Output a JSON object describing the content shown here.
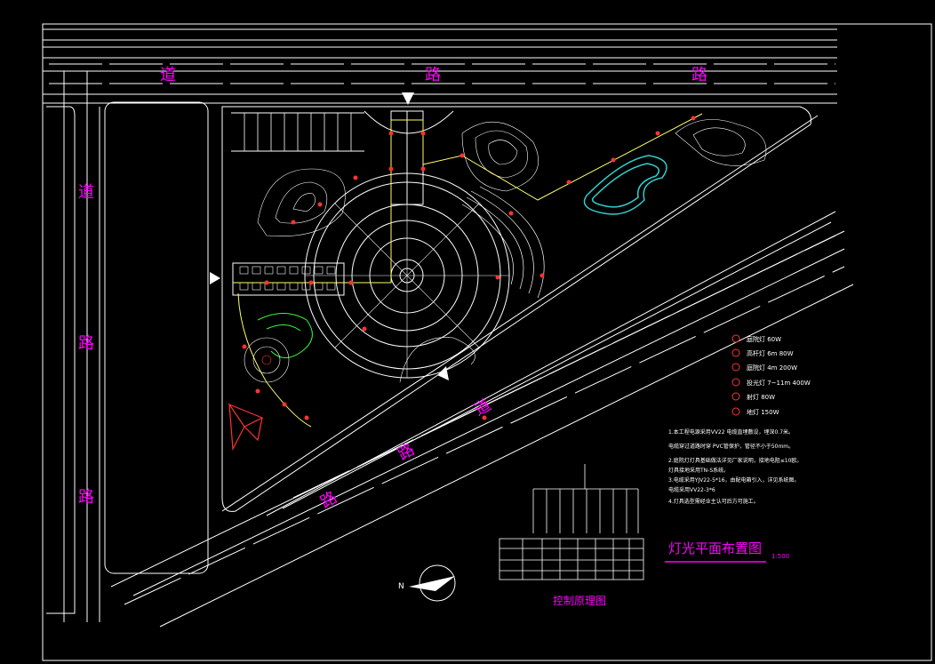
{
  "drawing": {
    "title": "灯光平面布置图",
    "scale": "1:500",
    "control_title": "控制原理图",
    "road_north": [
      "道",
      "路",
      "路"
    ],
    "road_west": [
      "道",
      "路",
      "路"
    ],
    "road_southeast": [
      "路",
      "路",
      "道"
    ]
  },
  "legend": {
    "items": [
      {
        "label": "庭院灯  60W",
        "color": "#ff3333"
      },
      {
        "label": "高杆灯 6m  80W",
        "color": "#ff3333"
      },
      {
        "label": "庭院灯  4m  200W",
        "color": "#ff3333"
      },
      {
        "label": "投光灯  7~11m  400W",
        "color": "#ff3333"
      },
      {
        "label": "射灯  80W",
        "color": "#ff3333"
      },
      {
        "label": "地灯  150W",
        "color": "#ff3333"
      }
    ]
  },
  "notes": [
    "1.本工程电源采用VV22 电缆直埋敷设，埋深0.7米。",
    "电缆穿过道路时穿 PVC管保护，管径不小于50mm。",
    "2.庭院灯灯具基础做法详见厂家说明，接地电阻≤10欧。",
    "灯具接地采用TN-S系统。",
    "3.电缆采用YJV22-5*16，由配电箱引入，详见系统图。",
    "电缆采用VV22-3*6",
    "4.灯具选型需经业主认可后方可施工。"
  ],
  "colors": {
    "background": "#000000",
    "line": "#ffffff",
    "accent": "#ff00ff",
    "lamp": "#ff3333",
    "cable": "#ffff66",
    "water": "#33cccc",
    "green": "#33ff33"
  }
}
